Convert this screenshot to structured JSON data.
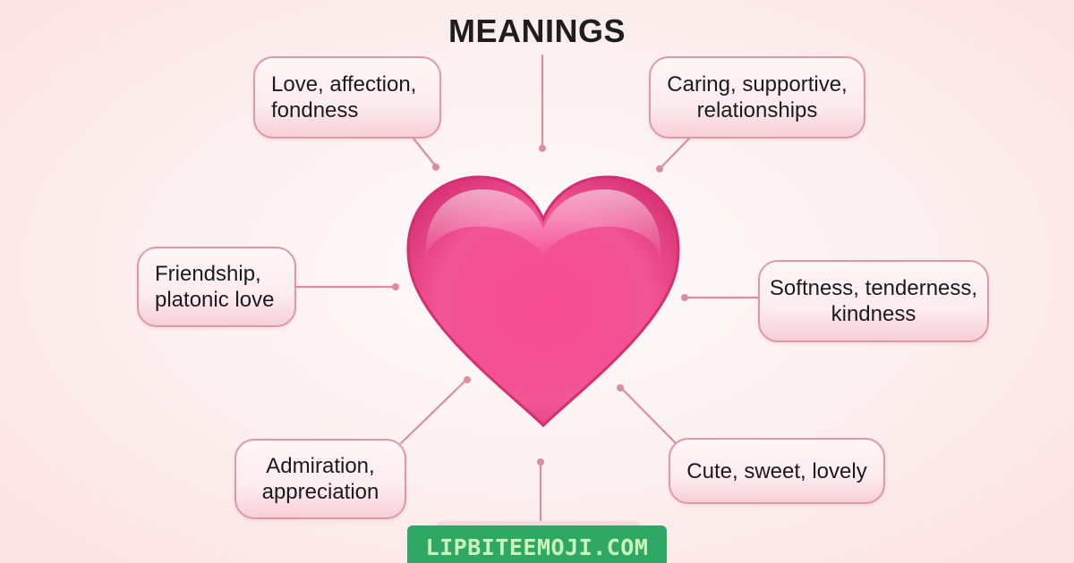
{
  "title": "MEANINGS",
  "center": {
    "icon": "pink-heart-icon",
    "colors": {
      "heart_light": "#f97aa7",
      "heart_main": "#f44d90",
      "heart_dark": "#d62e6e",
      "connector": "#dc8ea0",
      "bubble_border": "#dc9aa8",
      "badge_bg": "#2fa866",
      "badge_text": "#c9f5b8"
    }
  },
  "meanings": [
    {
      "id": "love",
      "lines": [
        "Love, affection,",
        "fondness"
      ],
      "position": "top-left"
    },
    {
      "id": "caring",
      "lines": [
        "Caring, supportive,",
        "relationships"
      ],
      "position": "top-right"
    },
    {
      "id": "friendship",
      "lines": [
        "Friendship,",
        "platonic love"
      ],
      "position": "middle-left"
    },
    {
      "id": "softness",
      "lines": [
        "Softness, tenderness,",
        "kindness"
      ],
      "position": "middle-right"
    },
    {
      "id": "admiration",
      "lines": [
        "Admiration,",
        "appreciation"
      ],
      "position": "bottom-left"
    },
    {
      "id": "cute",
      "lines": [
        "Cute, sweet, lovely"
      ],
      "position": "bottom-right"
    }
  ],
  "watermark": {
    "label": "LIPBITEEMOJI.COM"
  }
}
